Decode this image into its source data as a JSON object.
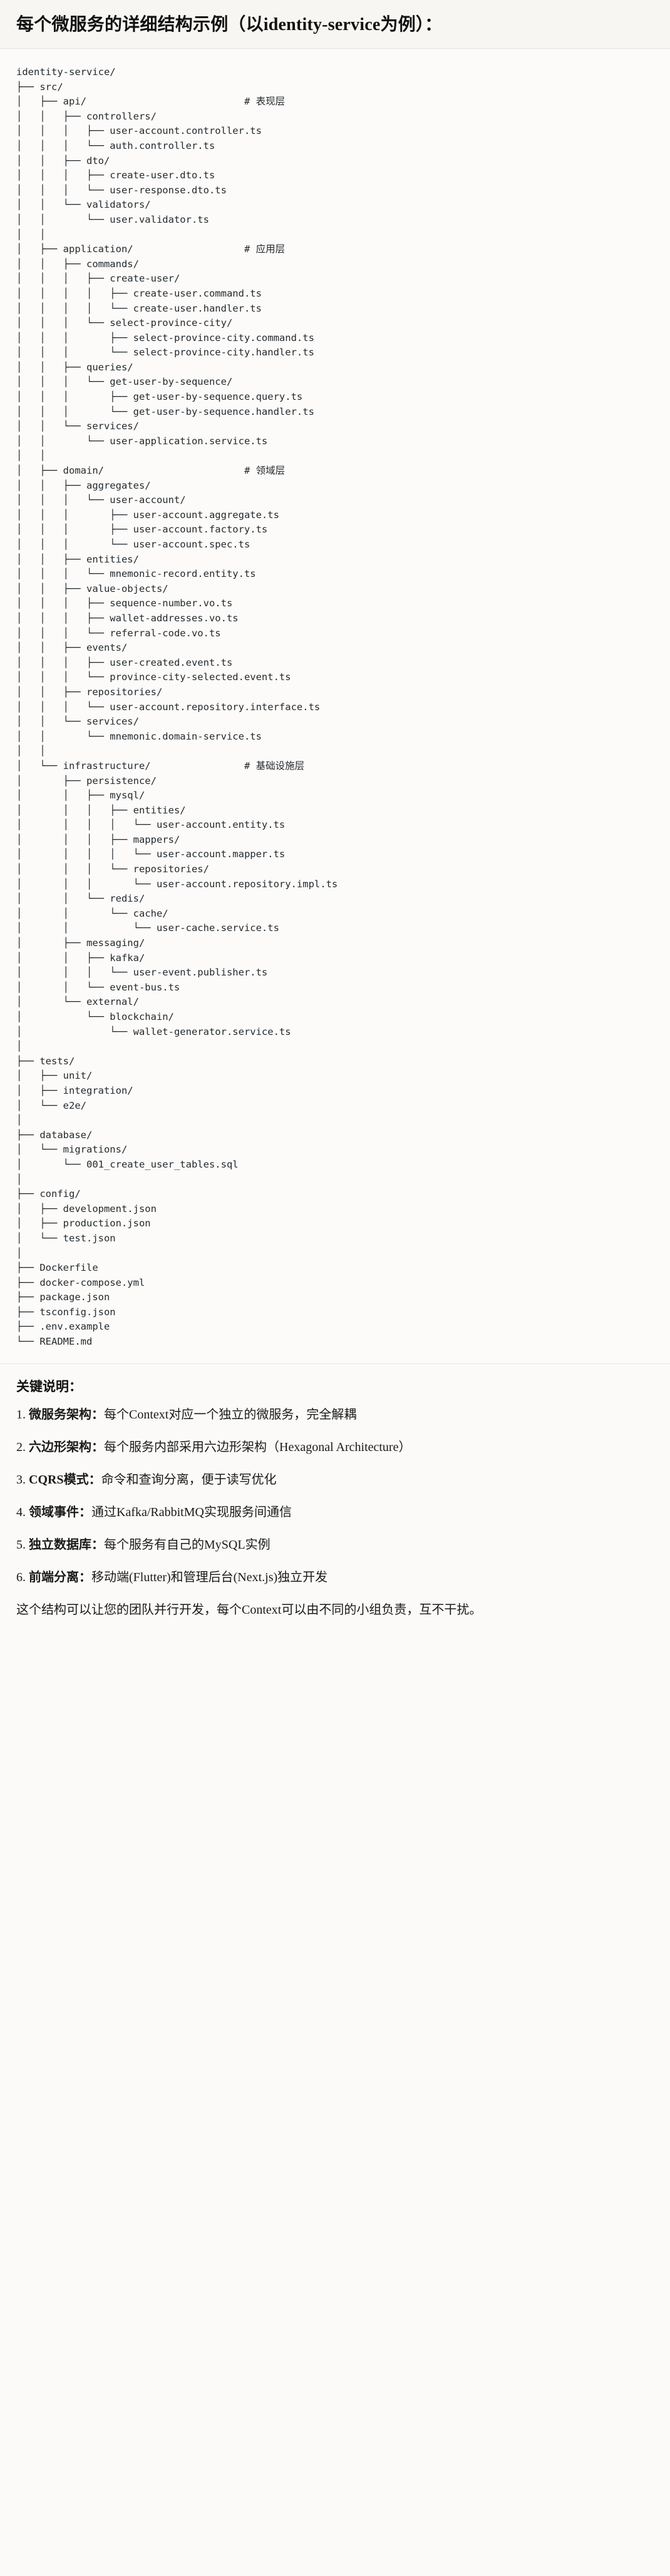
{
  "header": {
    "title": "每个微服务的详细结构示例（以identity-service为例）："
  },
  "tree": {
    "root": "identity-service/",
    "text": "identity-service/\n├── src/\n│   ├── api/                           # 表现层\n│   │   ├── controllers/\n│   │   │   ├── user-account.controller.ts\n│   │   │   └── auth.controller.ts\n│   │   ├── dto/\n│   │   │   ├── create-user.dto.ts\n│   │   │   └── user-response.dto.ts\n│   │   └── validators/\n│   │       └── user.validator.ts\n│   │\n│   ├── application/                   # 应用层\n│   │   ├── commands/\n│   │   │   ├── create-user/\n│   │   │   │   ├── create-user.command.ts\n│   │   │   │   └── create-user.handler.ts\n│   │   │   └── select-province-city/\n│   │   │       ├── select-province-city.command.ts\n│   │   │       └── select-province-city.handler.ts\n│   │   ├── queries/\n│   │   │   └── get-user-by-sequence/\n│   │   │       ├── get-user-by-sequence.query.ts\n│   │   │       └── get-user-by-sequence.handler.ts\n│   │   └── services/\n│   │       └── user-application.service.ts\n│   │\n│   ├── domain/                        # 领域层\n│   │   ├── aggregates/\n│   │   │   └── user-account/\n│   │   │       ├── user-account.aggregate.ts\n│   │   │       ├── user-account.factory.ts\n│   │   │       └── user-account.spec.ts\n│   │   ├── entities/\n│   │   │   └── mnemonic-record.entity.ts\n│   │   ├── value-objects/\n│   │   │   ├── sequence-number.vo.ts\n│   │   │   ├── wallet-addresses.vo.ts\n│   │   │   └── referral-code.vo.ts\n│   │   ├── events/\n│   │   │   ├── user-created.event.ts\n│   │   │   └── province-city-selected.event.ts\n│   │   ├── repositories/\n│   │   │   └── user-account.repository.interface.ts\n│   │   └── services/\n│   │       └── mnemonic.domain-service.ts\n│   │\n│   └── infrastructure/                # 基础设施层\n│       ├── persistence/\n│       │   ├── mysql/\n│       │   │   ├── entities/\n│       │   │   │   └── user-account.entity.ts\n│       │   │   ├── mappers/\n│       │   │   │   └── user-account.mapper.ts\n│       │   │   └── repositories/\n│       │   │       └── user-account.repository.impl.ts\n│       │   └── redis/\n│       │       └── cache/\n│       │           └── user-cache.service.ts\n│       ├── messaging/\n│       │   ├── kafka/\n│       │   │   └── user-event.publisher.ts\n│       │   └── event-bus.ts\n│       └── external/\n│           └── blockchain/\n│               └── wallet-generator.service.ts\n│\n├── tests/\n│   ├── unit/\n│   ├── integration/\n│   └── e2e/\n│\n├── database/\n│   └── migrations/\n│       └── 001_create_user_tables.sql\n│\n├── config/\n│   ├── development.json\n│   ├── production.json\n│   └── test.json\n│\n├── Dockerfile\n├── docker-compose.yml\n├── package.json\n├── tsconfig.json\n├── .env.example\n└── README.md",
    "layer_comments": [
      "# 表现层",
      "# 应用层",
      "# 领域层",
      "# 基础设施层"
    ]
  },
  "keys": {
    "title": "关键说明：",
    "items": [
      {
        "index": "1.",
        "term": "微服务架构",
        "sep": "：",
        "desc": "每个Context对应一个独立的微服务，完全解耦"
      },
      {
        "index": "2.",
        "term": "六边形架构",
        "sep": "：",
        "desc": "每个服务内部采用六边形架构（Hexagonal Architecture）"
      },
      {
        "index": "3.",
        "term": "CQRS模式",
        "sep": "：",
        "desc": "命令和查询分离，便于读写优化"
      },
      {
        "index": "4.",
        "term": "领域事件",
        "sep": "：",
        "desc": "通过Kafka/RabbitMQ实现服务间通信"
      },
      {
        "index": "5.",
        "term": "独立数据库",
        "sep": "：",
        "desc": "每个服务有自己的MySQL实例"
      },
      {
        "index": "6.",
        "term": "前端分离",
        "sep": "：",
        "desc": "移动端(Flutter)和管理后台(Next.js)独立开发"
      }
    ],
    "footnote": "这个结构可以让您的团队并行开发，每个Context可以由不同的小组负责，互不干扰。"
  }
}
